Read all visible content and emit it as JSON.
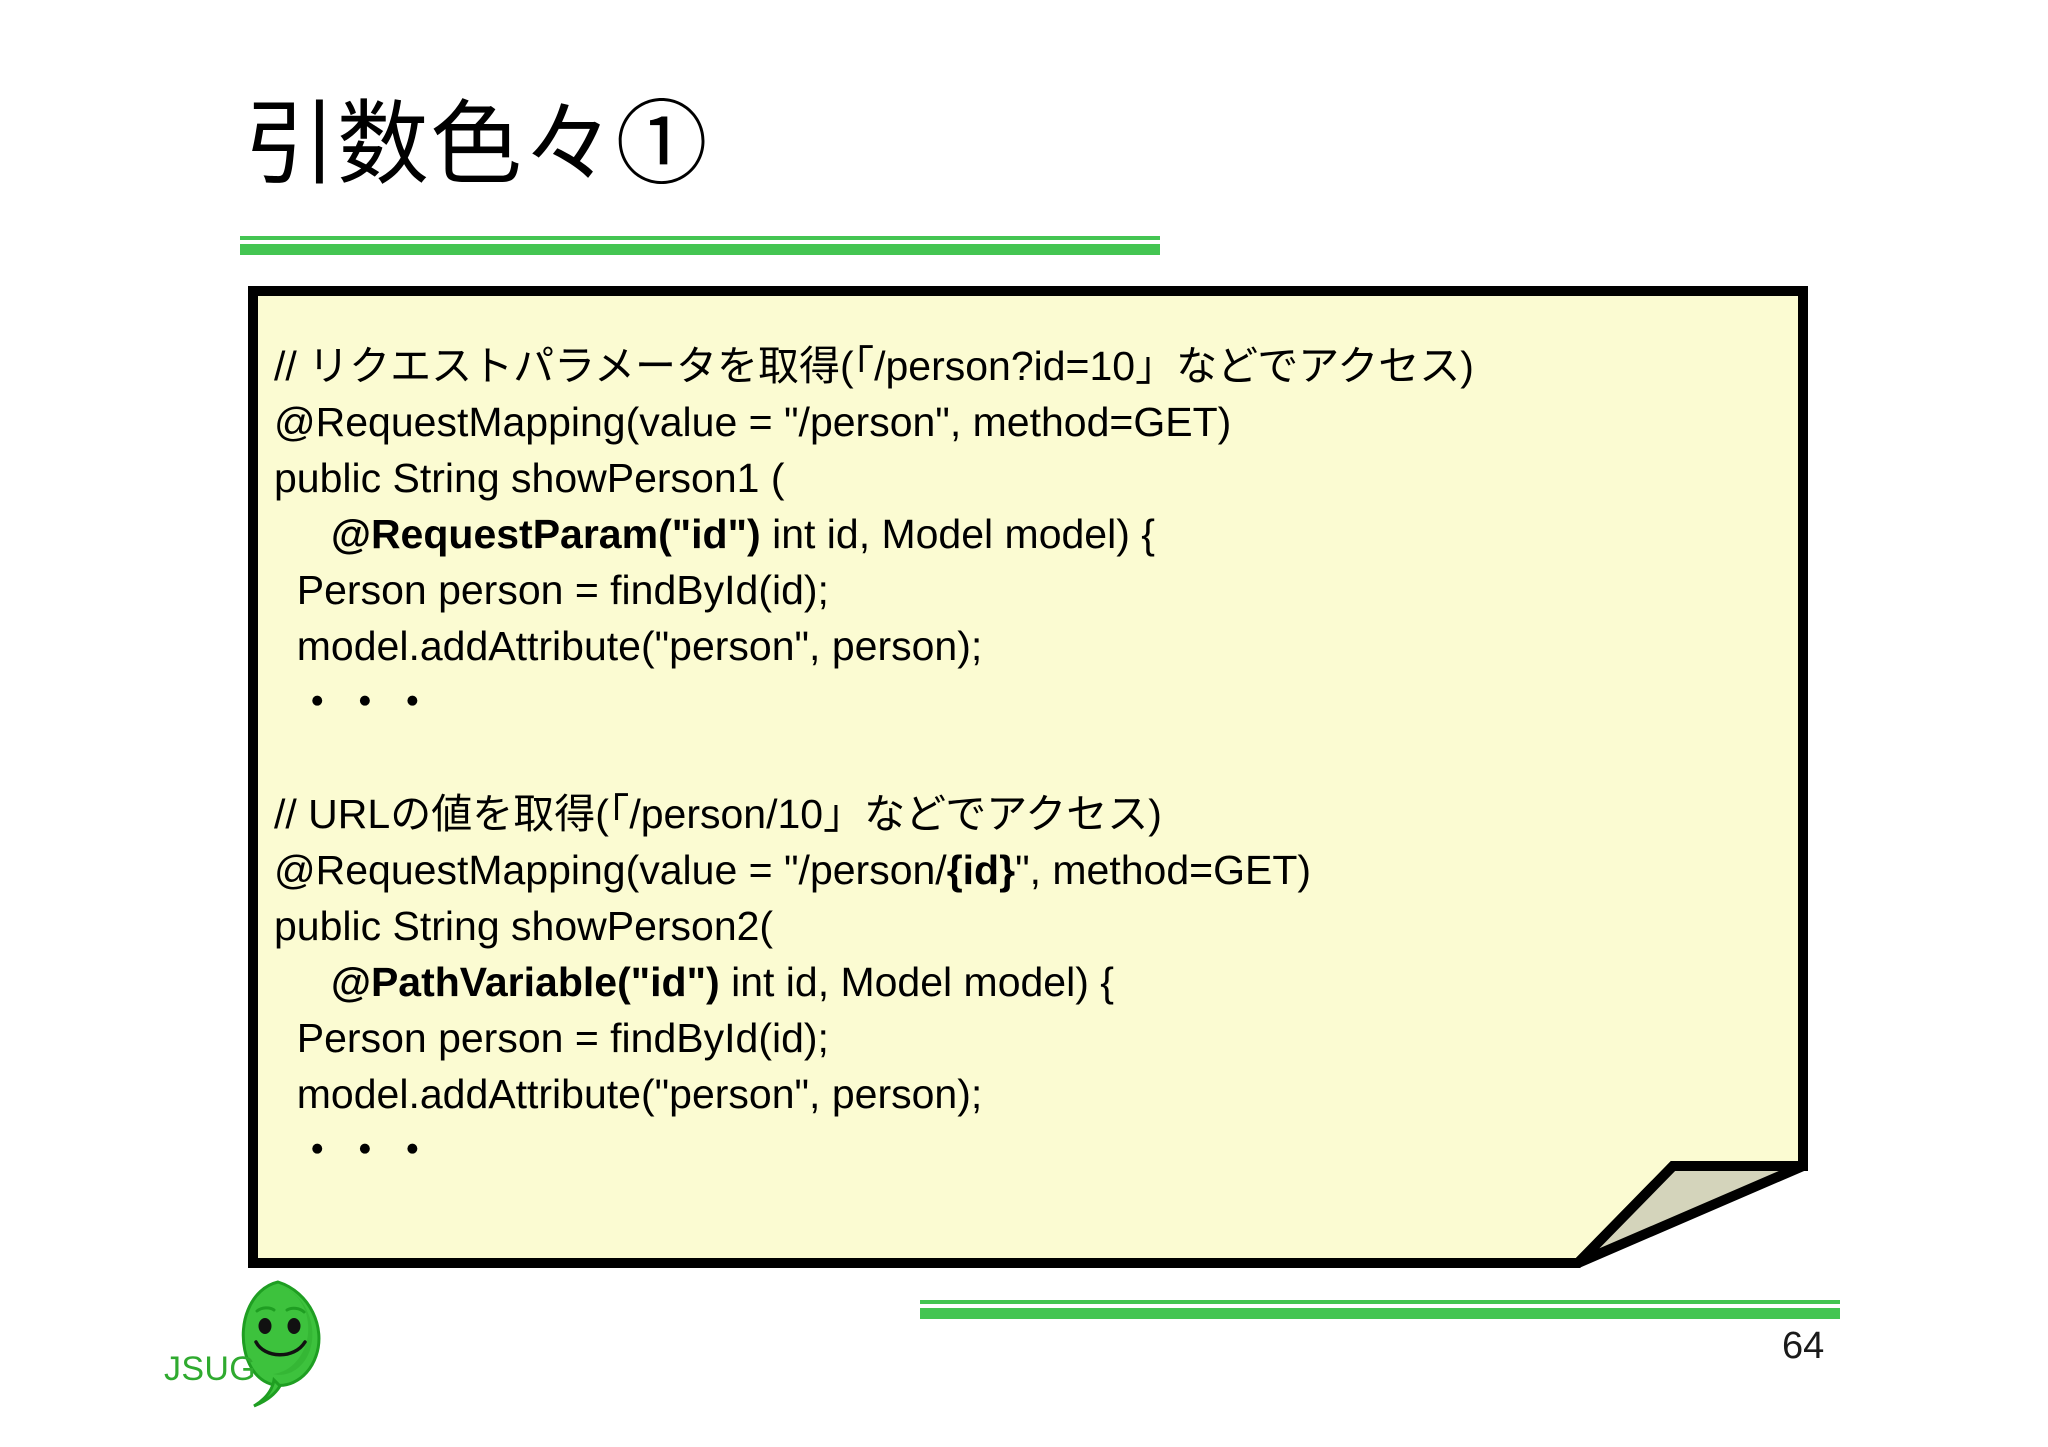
{
  "slide": {
    "title": "引数色々①",
    "page_number": "64",
    "accent_color": "#44c552",
    "note_background": "#fbfbd2",
    "note_fold_color": "#d4d4bb",
    "note_border_color": "#000000"
  },
  "code": {
    "lines": [
      {
        "id": "line-1",
        "segments": [
          {
            "text": "// リクエストパラメータを取得(「/person?id=10」などでアクセス)",
            "bold": false
          }
        ]
      },
      {
        "id": "line-2",
        "segments": [
          {
            "text": "@RequestMapping(value = \"/person\", method=GET)",
            "bold": false
          }
        ]
      },
      {
        "id": "line-3",
        "segments": [
          {
            "text": "public String showPerson1 (",
            "bold": false
          }
        ]
      },
      {
        "id": "line-4",
        "segments": [
          {
            "text": "     ",
            "bold": false
          },
          {
            "text": "@RequestParam(\"id\")",
            "bold": true
          },
          {
            "text": " int id, Model model) {",
            "bold": false
          }
        ]
      },
      {
        "id": "line-5",
        "segments": [
          {
            "text": "  Person person = findById(id);",
            "bold": false
          }
        ]
      },
      {
        "id": "line-6",
        "segments": [
          {
            "text": "  model.addAttribute(\"person\", person);",
            "bold": false
          }
        ]
      },
      {
        "id": "line-7",
        "segments": [
          {
            "text": "  ",
            "bold": false
          },
          {
            "text": "・・・",
            "bold": true,
            "ellipsis": true
          }
        ]
      },
      {
        "id": "line-8",
        "segments": [
          {
            "text": "",
            "bold": false
          }
        ]
      },
      {
        "id": "line-9",
        "segments": [
          {
            "text": "// URLの値を取得(「/person/10」などでアクセス)",
            "bold": false
          }
        ]
      },
      {
        "id": "line-10",
        "segments": [
          {
            "text": "@RequestMapping(value = \"/person/",
            "bold": false
          },
          {
            "text": "{id}",
            "bold": true
          },
          {
            "text": "\", method=GET)",
            "bold": false
          }
        ]
      },
      {
        "id": "line-11",
        "segments": [
          {
            "text": "public String showPerson2(",
            "bold": false
          }
        ]
      },
      {
        "id": "line-12",
        "segments": [
          {
            "text": "     ",
            "bold": false
          },
          {
            "text": "@PathVariable(\"id\")",
            "bold": true
          },
          {
            "text": " int id, Model model) {",
            "bold": false
          }
        ]
      },
      {
        "id": "line-13",
        "segments": [
          {
            "text": "  Person person = findById(id);",
            "bold": false
          }
        ]
      },
      {
        "id": "line-14",
        "segments": [
          {
            "text": "  model.addAttribute(\"person\", person);",
            "bold": false
          }
        ]
      },
      {
        "id": "line-15",
        "segments": [
          {
            "text": "  ",
            "bold": false
          },
          {
            "text": "・・・",
            "bold": true,
            "ellipsis": true
          }
        ]
      }
    ]
  },
  "logo": {
    "wordmark": "JSUG",
    "leaf_color": "#3dc23d",
    "leaf_dark": "#1f9e22",
    "text_color": "#2faa2f"
  }
}
